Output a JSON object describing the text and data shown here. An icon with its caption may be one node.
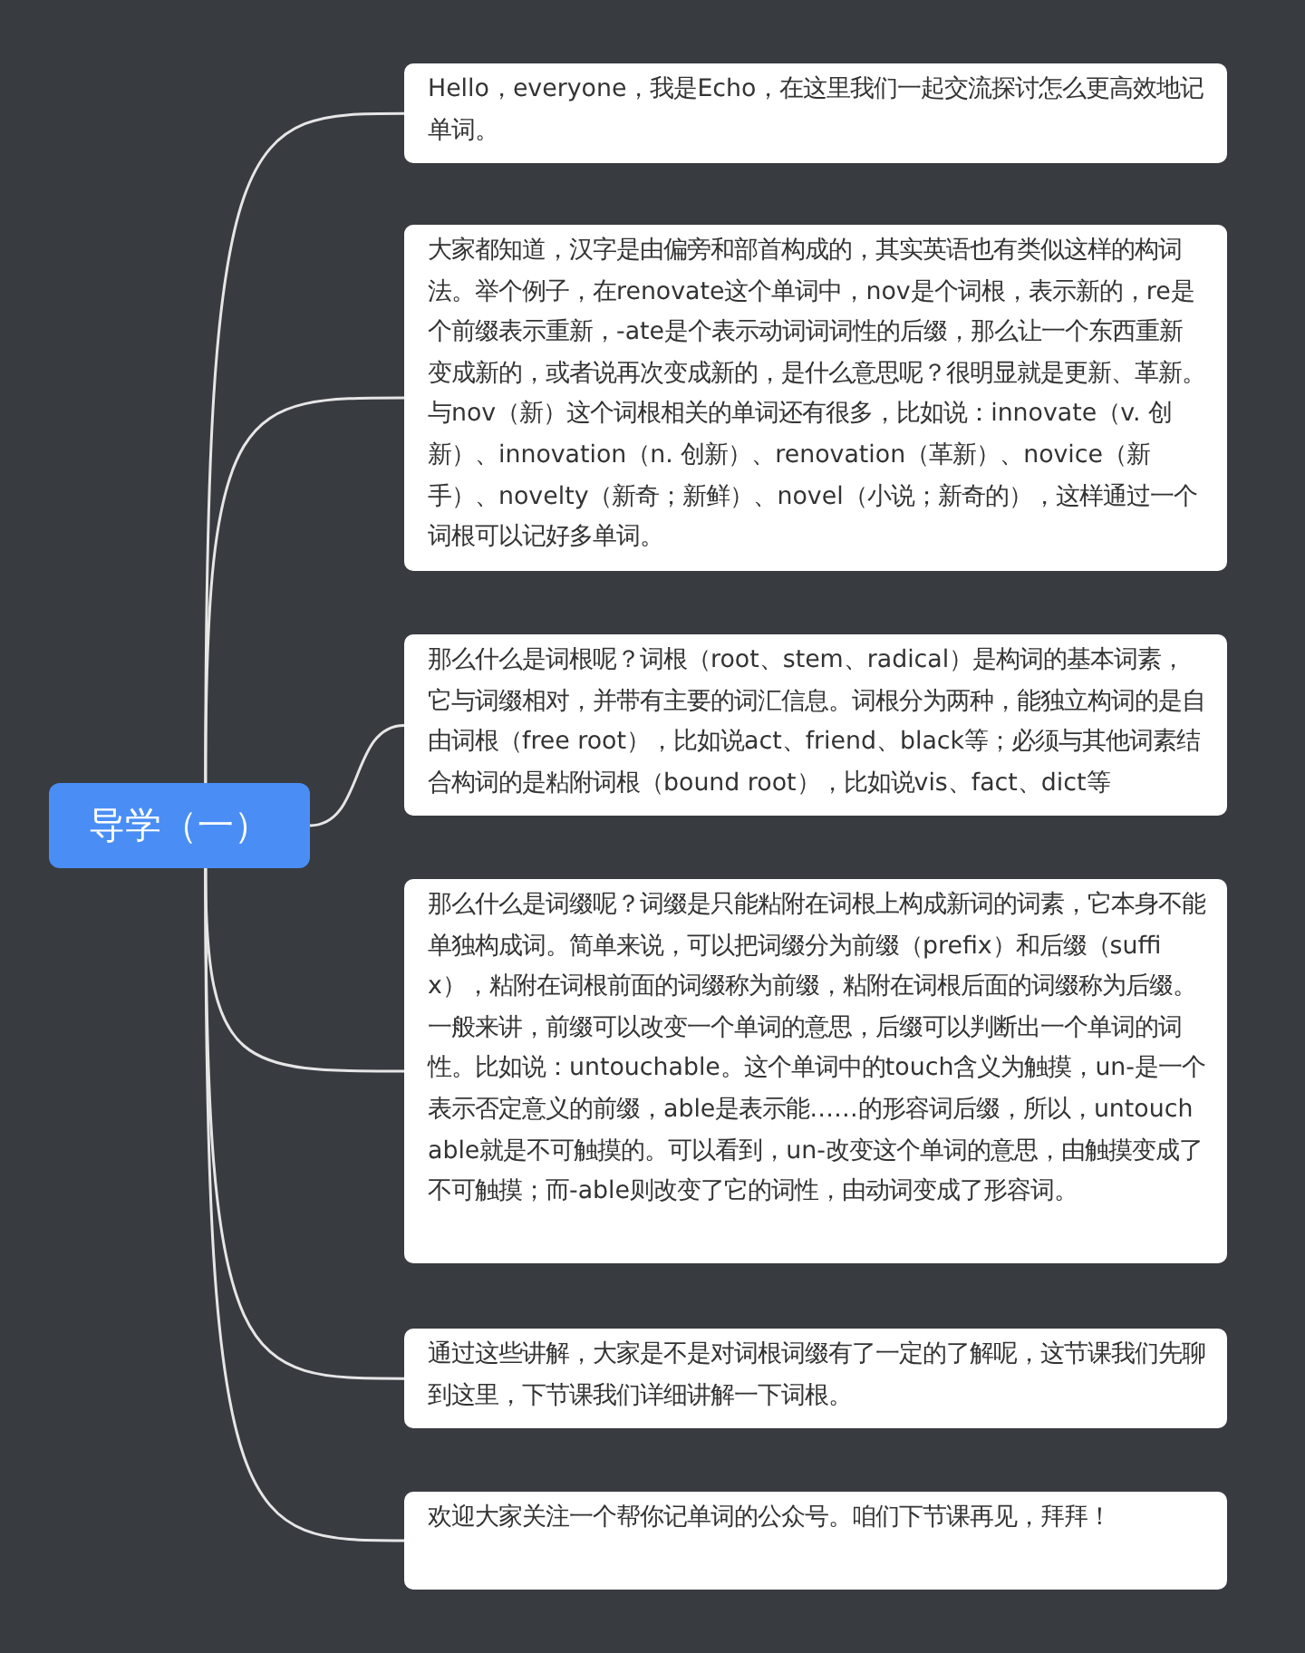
{
  "diagram": {
    "nodes": [
      {
        "text": [
          "导学（一）"
        ]
      },
      {
        "text": [
          "Hello，everyone，我是Echo，在这里我们一起交流探讨怎么更高效地记单词。"
        ]
      },
      {
        "text": [
          "大家都知道，汉字是由偏旁和部首构成的，其实英语也有类似这样的构词法。举个例子，在renovate这个单词中，nov是个词根，表示新的，re是个前缀表示重新，-ate是个表示动词词词性的后缀，那么让一个东西重新变成新的，或者说再次变成新的，是什么意思呢？很明显就是更新、革新。与nov（新）这个词根相关的单词还有很多，比如说：innovate（v. 创新）、innovation（n. 创新）、renovation（革新）、novice（新手）、novelty（新奇；新鲜）、novel（小说；新奇的），这样通过一个词根可以记好多单词。"
        ]
      },
      {
        "text": [
          "那么什么是词根呢？词根（root、stem、radical）是构词的基本词素，它与词缀相对，并带有主要的词汇信息。词根分为两种，能独立构词的是自由词根（free root），比如说act、friend、black等；必须与其他词素结合构词的是粘附词根（bound root），比如说vis、fact、dict等"
        ]
      },
      {
        "text": [
          "那么什么是词缀呢？词缀是只能粘附在词根上构成新词的词素，它本身不能单独构成词。简单来说，可以把词缀分为前缀（prefix）和后缀（suffix），粘附在词根前面的词缀称为前缀，粘附在词根后面的词缀称为后缀。一般来讲，前缀可以改变一个单词的意思，后缀可以判断出一个单词的词性。比如说：untouchable。这个单词中的touch含义为触摸，un-是一个表示否定意义的前缀，able是表示能……的形容词后缀，所以，untouchable就是不可触摸的。可以看到，un-改变这个单词的意思，由触摸变成了不可触摸；而-able则改变了它的词性，由动词变成了形容词。"
        ]
      },
      {
        "text": [
          "通过这些讲解，大家是不是对词根词缀有了一定的了解呢，这节课我们先聊到这里，下节课我们详细讲解一下词根。"
        ]
      },
      {
        "text": [
          "欢迎大家关注一个帮你记单词的公众号。咱们下节课再见，拜拜！"
        ]
      }
    ],
    "edges": [
      {
        "from": 0,
        "to": 1,
        "arrow": "none"
      },
      {
        "from": 0,
        "to": 2,
        "arrow": "none"
      },
      {
        "from": 0,
        "to": 3,
        "arrow": "none"
      },
      {
        "from": 0,
        "to": 4,
        "arrow": "none"
      },
      {
        "from": 0,
        "to": 5,
        "arrow": "none"
      },
      {
        "from": 0,
        "to": 6,
        "arrow": "none"
      }
    ]
  }
}
